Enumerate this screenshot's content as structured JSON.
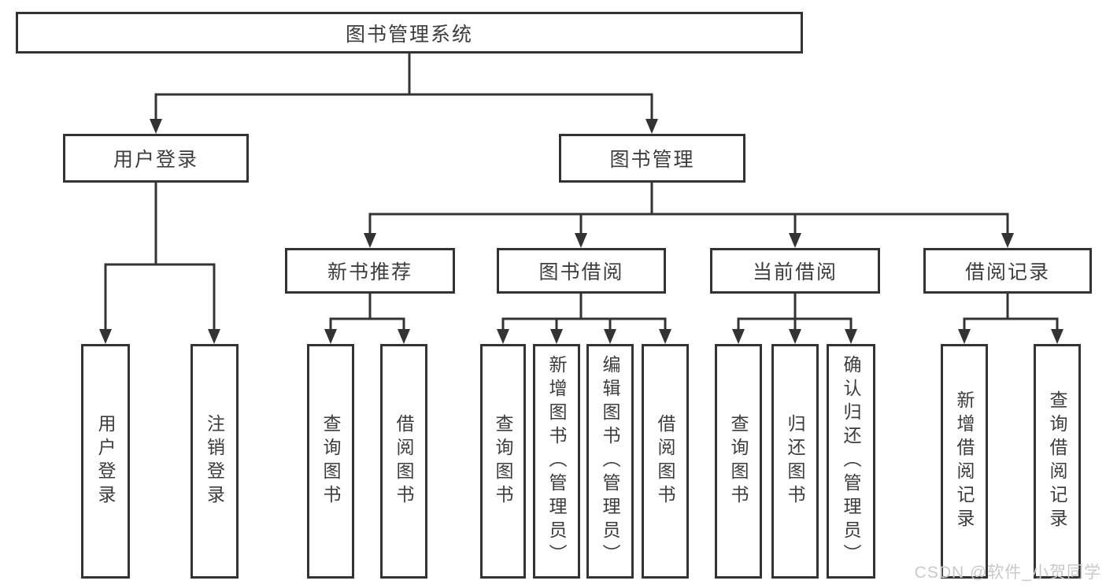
{
  "diagram": {
    "root": {
      "label": "图书管理系统"
    },
    "level2": [
      {
        "label": "用户登录"
      },
      {
        "label": "图书管理"
      }
    ],
    "level3": [
      {
        "label": "新书推荐",
        "parent": "图书管理"
      },
      {
        "label": "图书借阅",
        "parent": "图书管理"
      },
      {
        "label": "当前借阅",
        "parent": "图书管理"
      },
      {
        "label": "借阅记录",
        "parent": "图书管理"
      }
    ],
    "leaves": [
      {
        "label": "用户登录",
        "parent": "用户登录"
      },
      {
        "label": "注销登录",
        "parent": "用户登录"
      },
      {
        "label": "查询图书",
        "parent": "新书推荐"
      },
      {
        "label": "借阅图书",
        "parent": "新书推荐"
      },
      {
        "label": "查询图书",
        "parent": "图书借阅"
      },
      {
        "label": "新增图书（管理员）",
        "parent": "图书借阅"
      },
      {
        "label": "编辑图书（管理员）",
        "parent": "图书借阅"
      },
      {
        "label": "借阅图书",
        "parent": "图书借阅"
      },
      {
        "label": "查询图书",
        "parent": "当前借阅"
      },
      {
        "label": "归还图书",
        "parent": "当前借阅"
      },
      {
        "label": "确认归还（管理员）",
        "parent": "当前借阅"
      },
      {
        "label": "新增借阅记录",
        "parent": "借阅记录"
      },
      {
        "label": "查询借阅记录",
        "parent": "借阅记录"
      }
    ]
  },
  "watermark": "CSDN @软件_小贺同学",
  "colors": {
    "line": "#333333",
    "text": "#3d3d3d",
    "background": "#ffffff",
    "watermark": "#c9c9c9"
  }
}
